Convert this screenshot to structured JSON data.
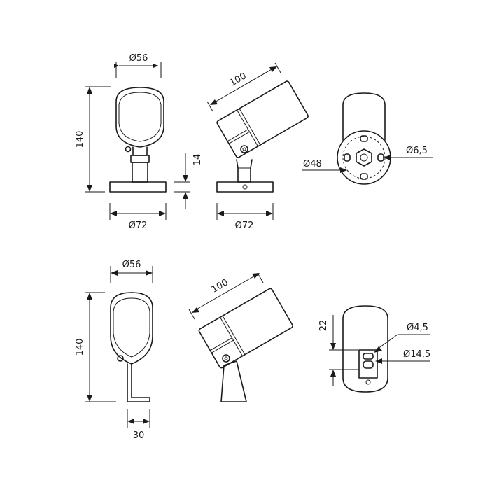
{
  "dimensions": {
    "v1_width": "Ø56",
    "v1_height": "140",
    "v1_base": "Ø72",
    "v1_base_thickness": "14",
    "v2_length": "100",
    "v2_base": "Ø72",
    "v3_mount_circle": "Ø48",
    "v3_hole": "Ø6,5",
    "v4_width": "Ø56",
    "v4_height": "140",
    "v4_bracket": "30",
    "v5_length": "100",
    "v6_offset": "22",
    "v6_hole_small": "Ø4,5",
    "v6_hole_large": "Ø14,5"
  },
  "colors": {
    "line": "#1a1a1a",
    "background": "#ffffff"
  }
}
